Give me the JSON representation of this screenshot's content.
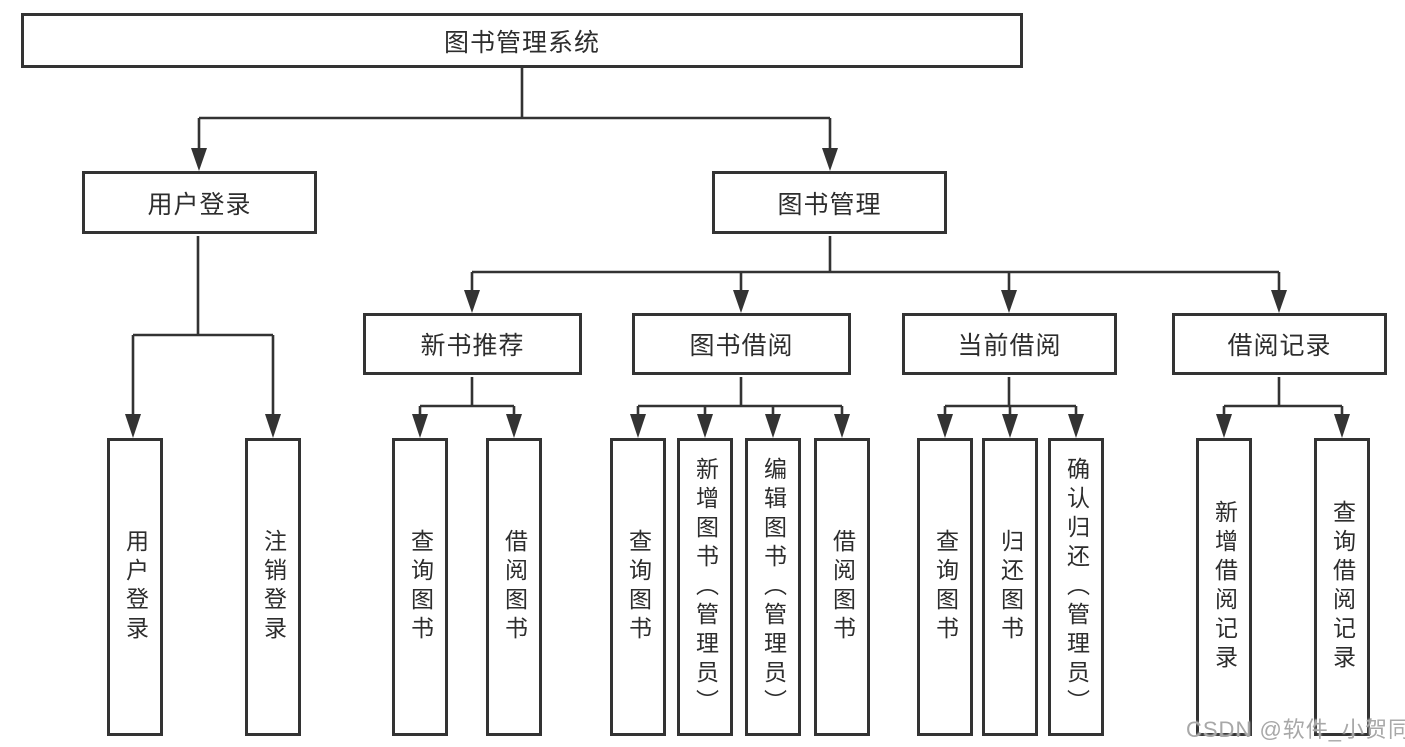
{
  "diagram": {
    "title": "图书管理系统",
    "root": {
      "label": "图书管理系统"
    },
    "level2": [
      {
        "label": "用户登录"
      },
      {
        "label": "图书管理"
      }
    ],
    "level3": [
      {
        "label": "新书推荐"
      },
      {
        "label": "图书借阅"
      },
      {
        "label": "当前借阅"
      },
      {
        "label": "借阅记录"
      }
    ],
    "leaves": [
      {
        "label": "用户登录"
      },
      {
        "label": "注销登录"
      },
      {
        "label": "查询图书"
      },
      {
        "label": "借阅图书"
      },
      {
        "label": "查询图书"
      },
      {
        "label": "新增图书（管理员）"
      },
      {
        "label": "编辑图书（管理员）"
      },
      {
        "label": "借阅图书"
      },
      {
        "label": "查询图书"
      },
      {
        "label": "归还图书"
      },
      {
        "label": "确认归还（管理员）"
      },
      {
        "label": "新增借阅记录"
      },
      {
        "label": "查询借阅记录"
      }
    ]
  },
  "watermark": {
    "text": "CSDN @软件_小贺同学"
  },
  "colors": {
    "line": "#333333",
    "box_border": "#333333",
    "text": "#2d2d2d",
    "watermark": "#a8a8a8",
    "background": "#ffffff"
  }
}
